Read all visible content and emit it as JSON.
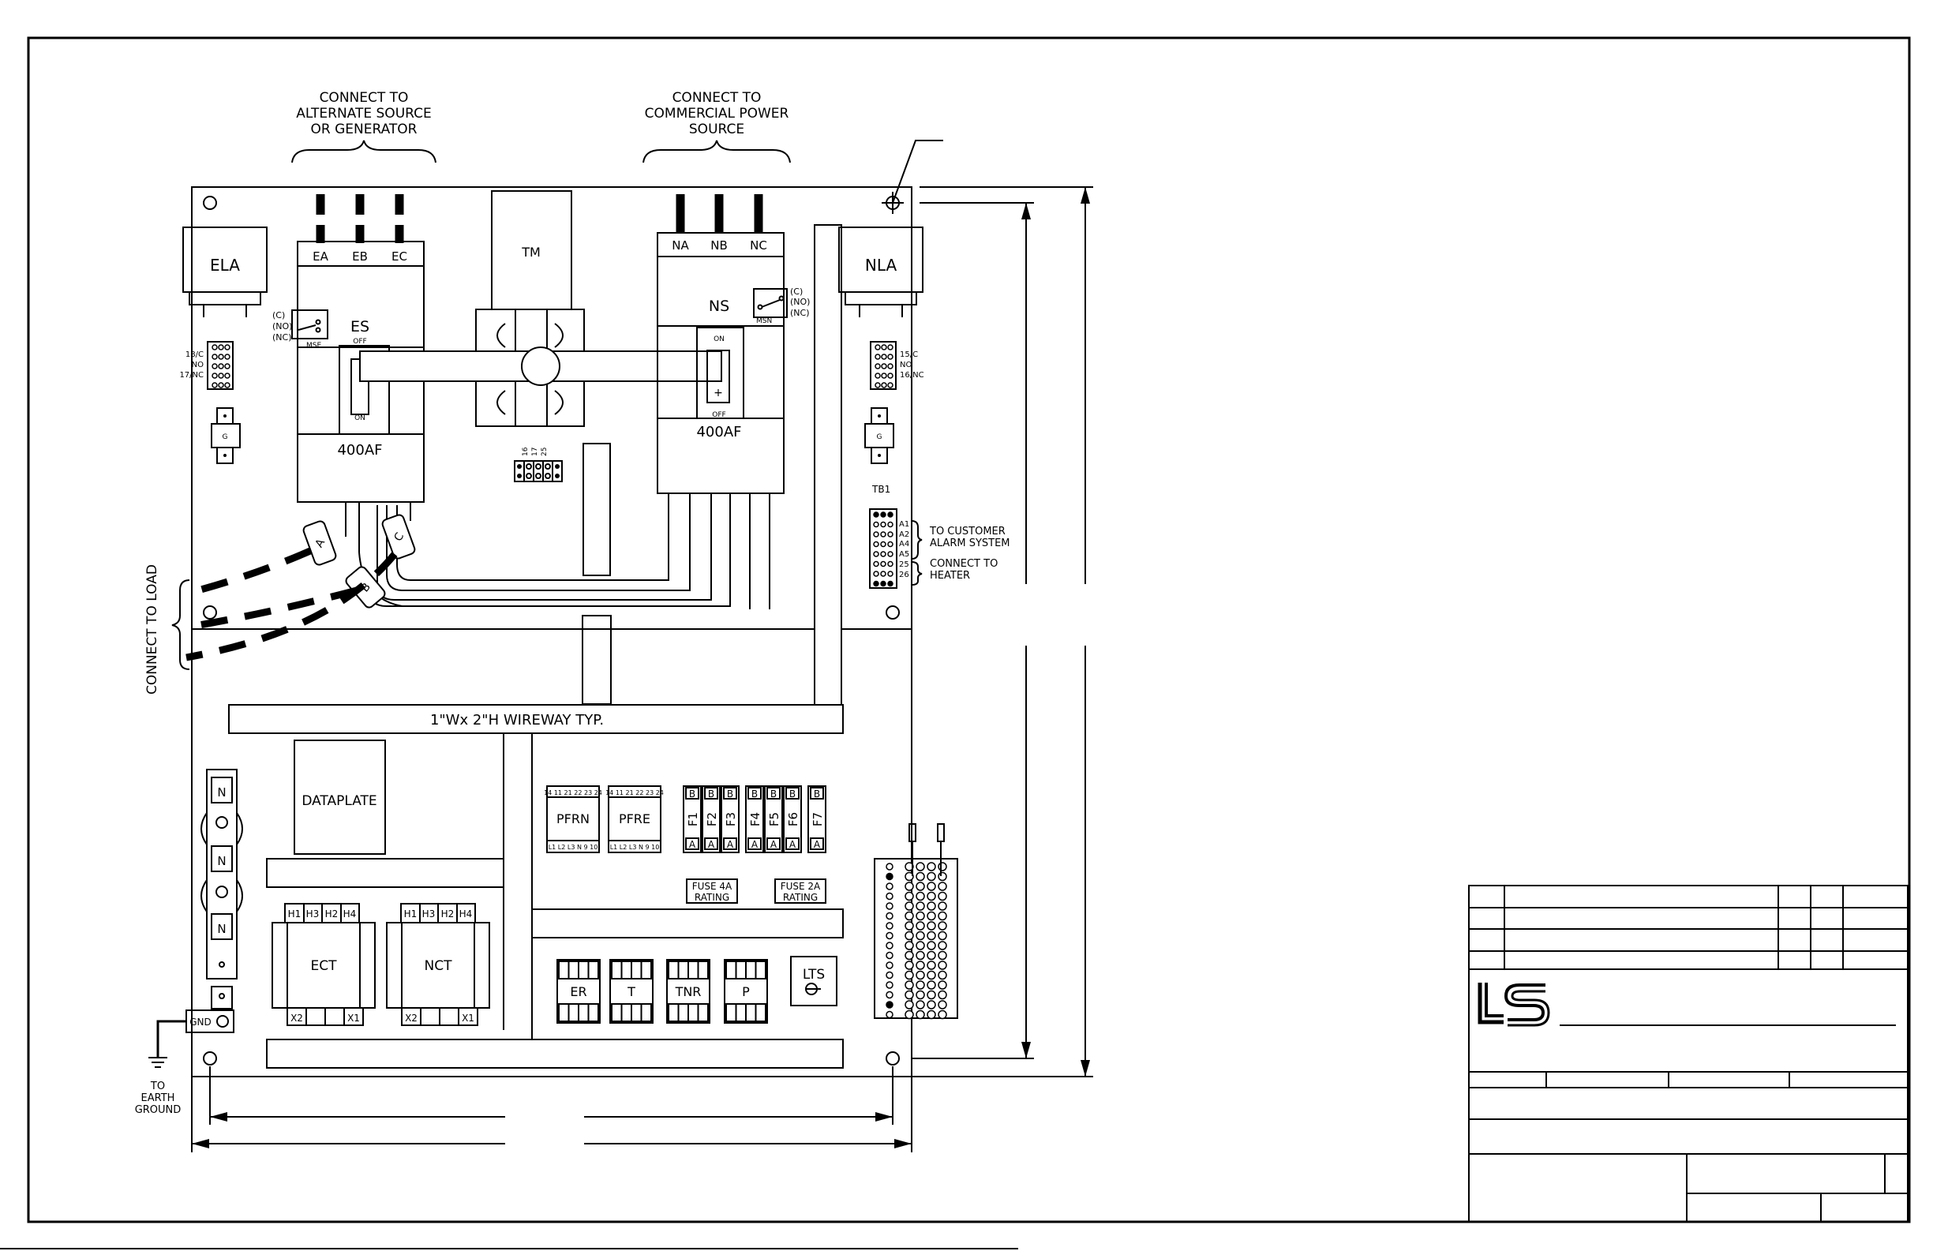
{
  "sources": {
    "alternate": [
      "CONNECT TO",
      "ALTERNATE SOURCE",
      "OR GENERATOR"
    ],
    "commercial": [
      "CONNECT TO",
      "COMMERCIAL POWER",
      "SOURCE"
    ]
  },
  "emergency_switch": {
    "phases": [
      "EA",
      "EB",
      "EC"
    ],
    "name": "ES",
    "off": "OFF",
    "on": "ON",
    "rating": "400AF",
    "aux": [
      "(C)",
      "(NO)",
      "(NC)"
    ],
    "aux_tag": "MSE",
    "load_phases": [
      "A",
      "B",
      "C"
    ]
  },
  "normal_switch": {
    "phases": [
      "NA",
      "NB",
      "NC"
    ],
    "name": "NS",
    "on": "ON",
    "off": "OFF",
    "plus": "+",
    "rating": "400AF",
    "aux": [
      "(C)",
      "(NO)",
      "(NC)"
    ],
    "aux_tag": "MSN"
  },
  "transfer_mechanism": "TM",
  "left_terminals": [
    "18/C",
    "NO",
    "17/NC"
  ],
  "right_terminals": [
    "15/C",
    "NO",
    "16/NC"
  ],
  "small_block": [
    "16",
    "17",
    "25"
  ],
  "lightning_arrestors": {
    "emergency": "ELA",
    "normal": "NLA",
    "ground_tag": "G"
  },
  "tb1": {
    "label": "TB1",
    "terminals": [
      "A1",
      "A2",
      "A4",
      "A5",
      "25",
      "26"
    ],
    "alarm_note": [
      "TO CUSTOMER",
      "ALARM SYSTEM"
    ],
    "heater_note": [
      "CONNECT TO",
      "HEATER"
    ]
  },
  "load_note": "CONNECT TO LOAD",
  "wireway": "1\"Wx 2\"H WIREWAY TYP.",
  "dataplate": "DATAPLATE",
  "neutrals": [
    "N",
    "N",
    "N"
  ],
  "ground": {
    "lug": "GND",
    "note": [
      "TO",
      "EARTH",
      "GROUND"
    ]
  },
  "transformers": [
    {
      "name": "ECT",
      "primary": [
        "H1",
        "H3",
        "H2",
        "H4"
      ],
      "secondary": [
        "X2",
        "X1"
      ]
    },
    {
      "name": "NCT",
      "primary": [
        "H1",
        "H3",
        "H2",
        "H4"
      ],
      "secondary": [
        "X2",
        "X1"
      ]
    }
  ],
  "relays_top": [
    {
      "name": "PFRN",
      "top": "14 11 21 22 23 24",
      "bottom": "L1 L2 L3 N 9 10"
    },
    {
      "name": "PFRE",
      "top": "14 11 21 22 23 24",
      "bottom": "L1 L2 L3 N 9 10"
    }
  ],
  "fuses": [
    {
      "name": "F1",
      "top": "B",
      "bottom": "A"
    },
    {
      "name": "F2",
      "top": "B",
      "bottom": "A"
    },
    {
      "name": "F3",
      "top": "B",
      "bottom": "A"
    },
    {
      "name": "F4",
      "top": "B",
      "bottom": "A"
    },
    {
      "name": "F5",
      "top": "B",
      "bottom": "A"
    },
    {
      "name": "F6",
      "top": "B",
      "bottom": "A"
    },
    {
      "name": "F7",
      "top": "B",
      "bottom": "A"
    }
  ],
  "fuse_ratings": [
    [
      "FUSE 4A",
      "RATING"
    ],
    [
      "FUSE 2A",
      "RATING"
    ]
  ],
  "relays_bottom": [
    "ER",
    "T",
    "TNR",
    "P"
  ],
  "lts": "LTS",
  "logo": "LS"
}
